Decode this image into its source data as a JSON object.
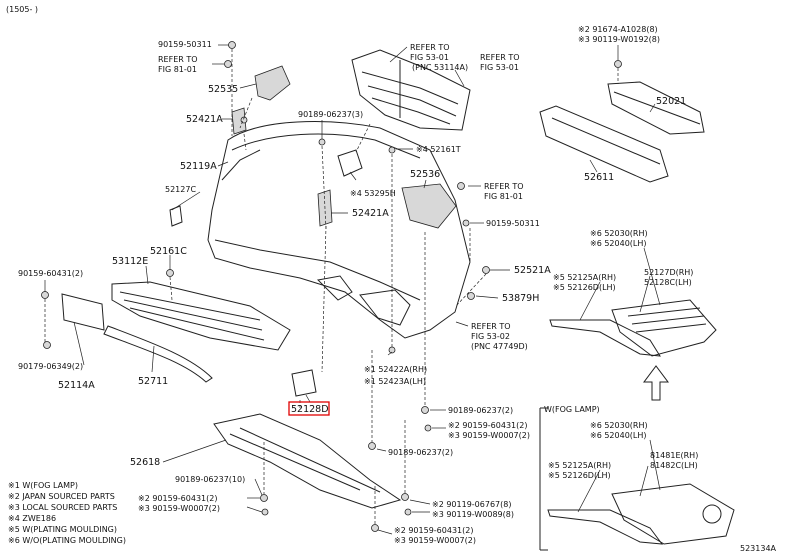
{
  "header": {
    "date_range": "(1505- )",
    "illustration_id": "523134A"
  },
  "labels": {
    "l01": "90159-50311",
    "l02": "REFER TO",
    "l03": "FIG 81-01",
    "l04": "52535",
    "l05": "52421A",
    "l06": "52119A",
    "l07": "52127C",
    "l08": "52161C",
    "l09": "53112E",
    "l10": "90159-60431(2)",
    "l11": "90179-06349(2)",
    "l12": "52114A",
    "l13": "52711",
    "l14": "52618",
    "l15": "90189-06237(10)",
    "l16": "※2 90159-60431(2)",
    "l17": "※3 90159-W0007(2)",
    "l18": "REFER TO",
    "l19": "FIG 53-01",
    "l20": "(PNC 53114A)",
    "l21": "REFER TO",
    "l22": "FIG 53-01",
    "l23": "90189-06237(3)",
    "l24": "※4 52161T",
    "l25": "※4 53295H",
    "l26": "52536",
    "l27": "52421A",
    "l28": "REFER TO",
    "l29": "FIG 81-01",
    "l30": "90159-50311",
    "l31": "52521A",
    "l32": "53879H",
    "l33": "REFER TO",
    "l34": "FIG 53-02",
    "l35": "(PNC 47749D)",
    "l36": "※1 52422A(RH)",
    "l37": "※1 52423A(LH)",
    "l38": "52128D",
    "l39": "90189-06237(2)",
    "l40": "※2 90159-60431(2)",
    "l41": "※3 90159-W0007(2)",
    "l42": "90189-06237(2)",
    "l43": "※2 90119-06767(8)",
    "l44": "※3 90119-W0089(8)",
    "l45": "※2 90159-60431(2)",
    "l46": "※3 90159-W0007(2)",
    "l47": "※2 91674-A1028(8)",
    "l48": "※3 90119-W0192(8)",
    "l49": "52021",
    "l50": "52611",
    "l51": "※6 52030(RH)",
    "l52": "※6 52040(LH)",
    "l53": "※5 52125A(RH)",
    "l54": "※5 52126D(LH)",
    "l55": "52127D(RH)",
    "l56": "52128C(LH)",
    "l57": "W(FOG LAMP)",
    "l58": "※6 52030(RH)",
    "l59": "※6 52040(LH)",
    "l60": "※5 52125A(RH)",
    "l61": "※5 52126D(LH)",
    "l62": "81481E(RH)",
    "l63": "81482C(LH)"
  },
  "legend": [
    "※1 W(FOG LAMP)",
    "※2 JAPAN SOURCED PARTS",
    "※3 LOCAL SOURCED PARTS",
    "※4 ZWE186",
    "※5 W(PLATING MOULDING)",
    "※6 W/O(PLATING MOULDING)"
  ],
  "highlight": {
    "part_number": "52128D",
    "color": "#e00000"
  }
}
